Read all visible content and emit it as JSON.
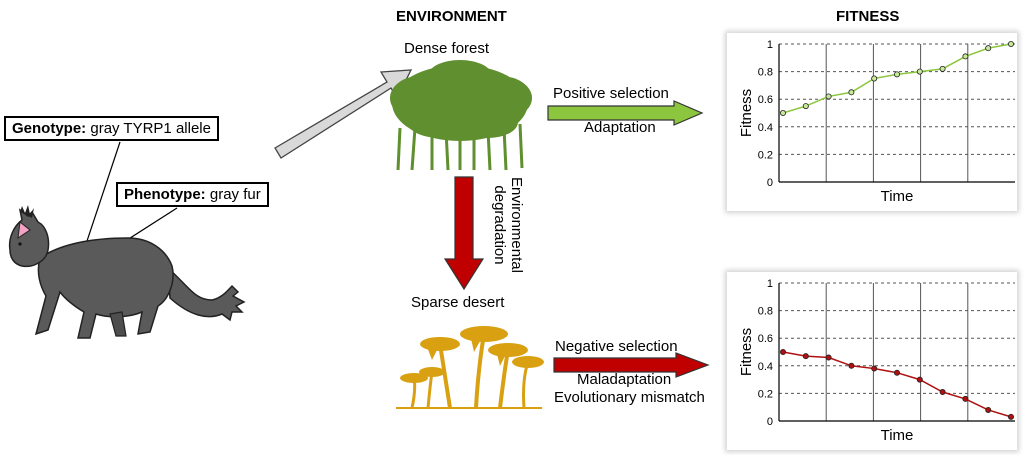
{
  "headers": {
    "environment": "ENVIRONMENT",
    "fitness": "FITNESS"
  },
  "cat": {
    "genotype_key": "Genotype:",
    "genotype_value": " gray TYRP1 allele",
    "phenotype_key": "Phenotype:",
    "phenotype_value": " gray fur"
  },
  "environment": {
    "forest_label": "Dense forest",
    "desert_label": "Sparse desert",
    "degradation_line1": "Environmental",
    "degradation_line2": "degradation"
  },
  "arrows": {
    "positive_top": "Positive selection",
    "positive_bottom": "Adaptation",
    "negative_top": "Negative selection",
    "negative_bottom1": "Maladaptation",
    "negative_bottom2": "Evolutionary mismatch"
  },
  "colors": {
    "forest_green": "#5f8f2e",
    "positive_arrow": "#8cc63f",
    "negative_arrow": "#c00000",
    "palm_gold": "#d9a012",
    "cat_gray": "#5a5a5a",
    "cat_ear": "#f4a3c4",
    "line_up": "#8cc63f",
    "line_down": "#b01010"
  },
  "chart_data": [
    {
      "type": "line",
      "xlabel": "Time",
      "ylabel": "Fitness",
      "ylim": [
        0,
        1
      ],
      "yticks": [
        "0",
        "0.2",
        "0.4",
        "0.6",
        "0.8",
        "1"
      ],
      "grid": true,
      "series": [
        {
          "values": [
            0.5,
            0.55,
            0.62,
            0.65,
            0.75,
            0.78,
            0.8,
            0.82,
            0.91,
            0.97,
            1.0
          ]
        }
      ]
    },
    {
      "type": "line",
      "xlabel": "Time",
      "ylabel": "Fitness",
      "ylim": [
        0,
        1
      ],
      "yticks": [
        "0",
        "0.2",
        "0.4",
        "0.6",
        "0.8",
        "1"
      ],
      "grid": true,
      "series": [
        {
          "values": [
            0.5,
            0.47,
            0.46,
            0.4,
            0.38,
            0.35,
            0.3,
            0.21,
            0.16,
            0.08,
            0.03
          ]
        }
      ]
    }
  ]
}
